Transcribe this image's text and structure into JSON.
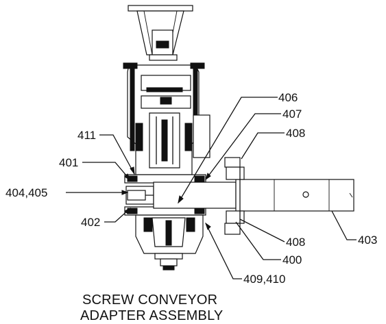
{
  "callouts": {
    "c406": "406",
    "c407": "407",
    "c408_top": "408",
    "c411": "411",
    "c401": "401",
    "c404_405": "404,405",
    "c402": "402",
    "c408_bottom": "408",
    "c403": "403",
    "c400": "400",
    "c409_410": "409,410"
  },
  "caption": {
    "line1": "SCREW CONVEYOR",
    "line2": "ADAPTER ASSEMBLY"
  }
}
